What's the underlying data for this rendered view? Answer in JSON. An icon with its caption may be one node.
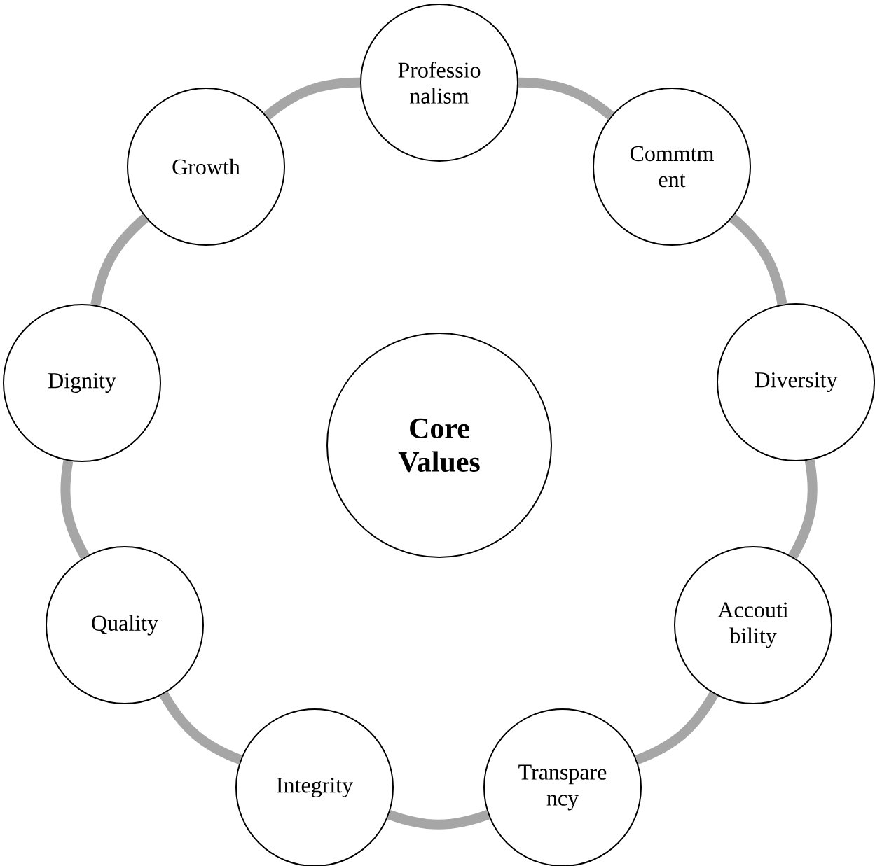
{
  "diagram": {
    "nodes": [
      {
        "text": [
          "Professio nalism"
        ]
      },
      {
        "text": [
          "Commtm ent"
        ]
      },
      {
        "text": [
          "Diversity"
        ]
      },
      {
        "text": [
          "Accouti bility"
        ]
      },
      {
        "text": [
          "Transpare ncy"
        ]
      },
      {
        "text": [
          "Integrity"
        ]
      },
      {
        "text": [
          "Quality"
        ]
      },
      {
        "text": [
          "Dignity"
        ]
      },
      {
        "text": [
          "Growth"
        ]
      },
      {
        "text": [
          "**Core Values**"
        ]
      }
    ],
    "edges": [
      {
        "from": 0,
        "to": 1,
        "arrow": "none"
      },
      {
        "from": 1,
        "to": 2,
        "arrow": "none"
      },
      {
        "from": 2,
        "to": 3,
        "arrow": "none"
      },
      {
        "from": 3,
        "to": 4,
        "arrow": "none"
      },
      {
        "from": 4,
        "to": 5,
        "arrow": "none"
      },
      {
        "from": 5,
        "to": 6,
        "arrow": "none"
      },
      {
        "from": 6,
        "to": 7,
        "arrow": "none"
      },
      {
        "from": 7,
        "to": 8,
        "arrow": "none"
      },
      {
        "from": 8,
        "to": 0,
        "arrow": "none"
      }
    ]
  }
}
